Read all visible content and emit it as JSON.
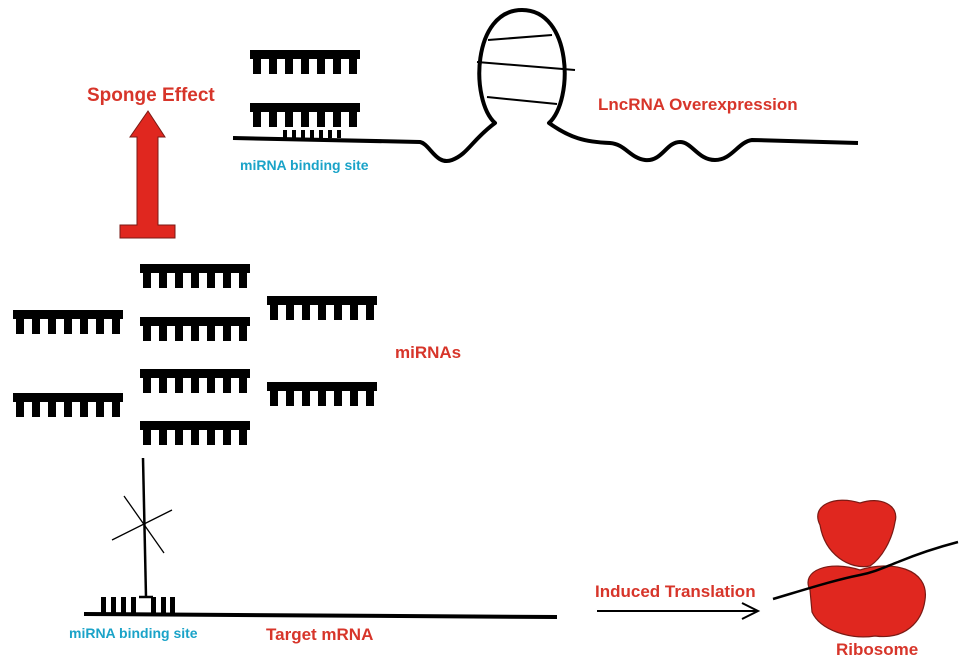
{
  "labels": {
    "sponge_effect": "Sponge Effect",
    "lncrna_overexpression": "LncRNA Overexpression",
    "binding_site_top": "miRNA binding site",
    "mirnas": "miRNAs",
    "induced_translation": "Induced Translation",
    "binding_site_bottom": "miRNA binding site",
    "target_mrna": "Target mRNA",
    "ribosome": "Ribosome"
  },
  "colors": {
    "red": "#d7352a",
    "cyan": "#1aa3c8",
    "ribosome": "#e0271f",
    "black": "#000000"
  },
  "icons": {
    "mirna": "comb-shaped-mirna-icon",
    "arrow": "up-arrow-icon",
    "inhibition": "blocked-inhibition-icon",
    "ribosome": "ribosome-blob-icon"
  }
}
